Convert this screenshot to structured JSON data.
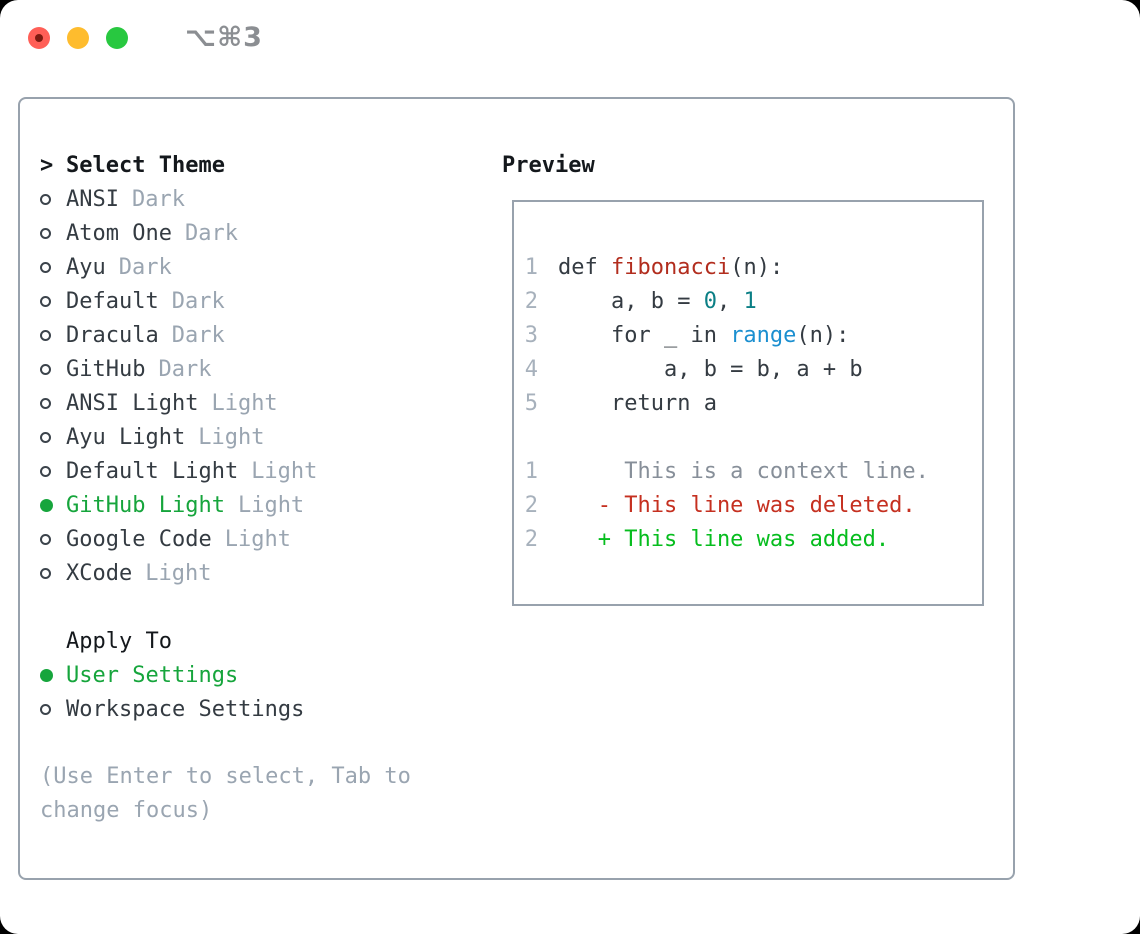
{
  "window": {
    "title": "⌥⌘3",
    "traffic_lights": [
      "close",
      "minimize",
      "zoom"
    ]
  },
  "theme_selector": {
    "prompt": ">",
    "header": "Select Theme",
    "themes": [
      {
        "name": "ANSI",
        "variant": "Dark",
        "selected": false
      },
      {
        "name": "Atom One",
        "variant": "Dark",
        "selected": false
      },
      {
        "name": "Ayu",
        "variant": "Dark",
        "selected": false
      },
      {
        "name": "Default",
        "variant": "Dark",
        "selected": false
      },
      {
        "name": "Dracula",
        "variant": "Dark",
        "selected": false
      },
      {
        "name": "GitHub",
        "variant": "Dark",
        "selected": false
      },
      {
        "name": "ANSI Light",
        "variant": "Light",
        "selected": false
      },
      {
        "name": "Ayu Light",
        "variant": "Light",
        "selected": false
      },
      {
        "name": "Default Light",
        "variant": "Light",
        "selected": false
      },
      {
        "name": "GitHub Light",
        "variant": "Light",
        "selected": true
      },
      {
        "name": "Google Code",
        "variant": "Light",
        "selected": false
      },
      {
        "name": "XCode",
        "variant": "Light",
        "selected": false
      }
    ],
    "apply_to": {
      "header": "Apply To",
      "options": [
        {
          "name": "User Settings",
          "selected": true
        },
        {
          "name": "Workspace Settings",
          "selected": false
        }
      ]
    },
    "hint": "(Use Enter to select, Tab to change focus)"
  },
  "preview": {
    "header": "Preview",
    "code_lines": [
      {
        "num": "1",
        "segments": [
          {
            "t": "def ",
            "c": "plain"
          },
          {
            "t": "fibonacci",
            "c": "func"
          },
          {
            "t": "(n):",
            "c": "plain"
          }
        ]
      },
      {
        "num": "2",
        "segments": [
          {
            "t": "    a, b = ",
            "c": "plain"
          },
          {
            "t": "0",
            "c": "numlit"
          },
          {
            "t": ", ",
            "c": "plain"
          },
          {
            "t": "1",
            "c": "numlit"
          }
        ]
      },
      {
        "num": "3",
        "segments": [
          {
            "t": "    for _ in ",
            "c": "plain"
          },
          {
            "t": "range",
            "c": "builtin"
          },
          {
            "t": "(n):",
            "c": "plain"
          }
        ]
      },
      {
        "num": "4",
        "segments": [
          {
            "t": "        a, b = b, a + b",
            "c": "plain"
          }
        ]
      },
      {
        "num": "5",
        "segments": [
          {
            "t": "    return a",
            "c": "plain"
          }
        ]
      },
      {
        "num": "",
        "segments": []
      },
      {
        "num": "1",
        "segments": [
          {
            "t": "     This is a context line.",
            "c": "ctx"
          }
        ]
      },
      {
        "num": "2",
        "segments": [
          {
            "t": "   - This line was deleted.",
            "c": "del"
          }
        ]
      },
      {
        "num": "2",
        "segments": [
          {
            "t": "   + This line was added.",
            "c": "add"
          }
        ]
      }
    ]
  },
  "colors": {
    "accent_green": "#16a53c",
    "muted_gray": "#9aa5b1",
    "text_dark": "#343b42",
    "header_black": "#14181c",
    "panel_border": "#98a2ad",
    "code_function_red": "#b22d1e",
    "code_number_teal": "#0b7f85",
    "code_builtin_blue": "#1b8fd0",
    "diff_context_gray": "#878f99",
    "diff_deleted_red": "#c53020",
    "diff_added_green": "#06bd1e",
    "line_number_gray": "#a7b1bc",
    "traffic_red": "#ff5f57",
    "traffic_yellow": "#febc2e",
    "traffic_green": "#28c840"
  }
}
